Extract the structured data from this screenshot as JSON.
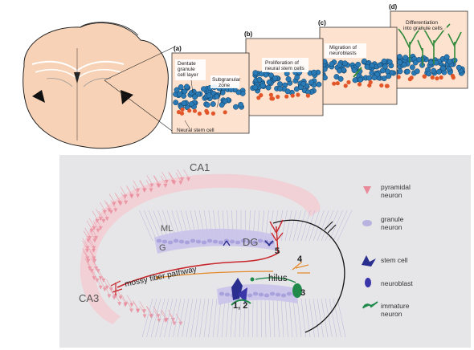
{
  "top": {
    "panels": [
      {
        "letter": "(a)",
        "labels": [
          "Dentate",
          "granule",
          "cell layer",
          "Subgranular",
          "zone",
          "Neural stem cell"
        ]
      },
      {
        "letter": "(b)",
        "labels": [
          "Proliferation of",
          "neural stem cells"
        ]
      },
      {
        "letter": "(c)",
        "labels": [
          "Migration of",
          "neuroblasts"
        ]
      },
      {
        "letter": "(d)",
        "labels": [
          "Differentiation",
          "into granule cells"
        ]
      }
    ]
  },
  "bottom": {
    "regions": {
      "ca1": "CA1",
      "ca3": "CA3",
      "ml": "ML",
      "g": "G",
      "dg": "DG",
      "hilus": "hilus",
      "mossy": "mossy fiber pathway"
    },
    "numbers": {
      "n12": "1, 2",
      "n3": "3",
      "n4": "4",
      "n5": "5"
    },
    "legend": [
      {
        "lines": [
          "pyramidal",
          "neuron"
        ],
        "icon": "pyramidal-neuron-icon",
        "color": "#e88a9a"
      },
      {
        "lines": [
          "granule",
          "neuron"
        ],
        "icon": "granule-neuron-icon",
        "color": "#b7b2e0"
      },
      {
        "lines": [
          "stem cell"
        ],
        "icon": "stem-cell-icon",
        "color": "#2a2f8f"
      },
      {
        "lines": [
          "neuroblast"
        ],
        "icon": "neuroblast-icon",
        "color": "#3a35a8"
      },
      {
        "lines": [
          "immature",
          "neuron"
        ],
        "icon": "immature-neuron-icon",
        "color": "#1f8a4a"
      }
    ]
  }
}
